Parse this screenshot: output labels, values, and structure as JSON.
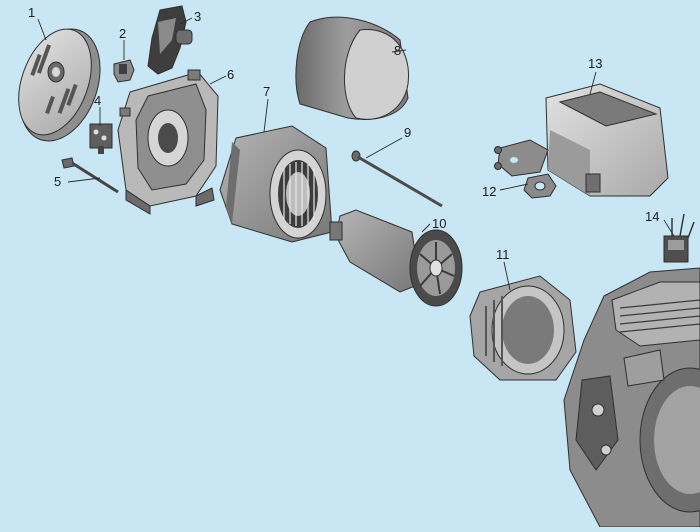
{
  "colors": {
    "background": "#c8e6f3",
    "part_light": "#c9c9c9",
    "part_mid": "#9a9a9a",
    "part_dark": "#5c5c5c",
    "outline": "#2f2f2f"
  },
  "callouts": [
    {
      "id": 1,
      "label": "1"
    },
    {
      "id": 2,
      "label": "2"
    },
    {
      "id": 3,
      "label": "3"
    },
    {
      "id": 4,
      "label": "4"
    },
    {
      "id": 5,
      "label": "5"
    },
    {
      "id": 6,
      "label": "6"
    },
    {
      "id": 7,
      "label": "7"
    },
    {
      "id": 8,
      "label": "8"
    },
    {
      "id": 9,
      "label": "9"
    },
    {
      "id": 10,
      "label": "10"
    },
    {
      "id": 11,
      "label": "11"
    },
    {
      "id": 12,
      "label": "12"
    },
    {
      "id": 13,
      "label": "13"
    },
    {
      "id": 14,
      "label": "14"
    }
  ]
}
